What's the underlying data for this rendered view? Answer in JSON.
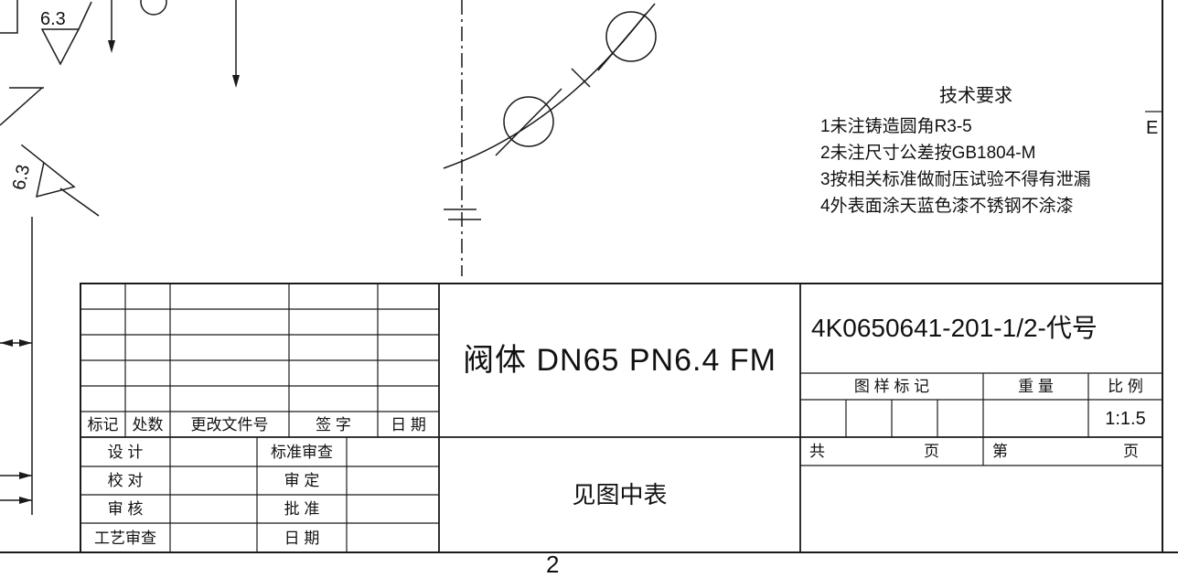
{
  "drawing": {
    "roughness_top": "6.3",
    "roughness_side": "6.3",
    "zone_label": "E",
    "sheet_number_partial": "2"
  },
  "tech_requirements": {
    "title": "技术要求",
    "items": [
      "1未注铸造圆角R3-5",
      "2未注尺寸公差按GB1804-M",
      "3按相关标准做耐压试验不得有泄漏",
      "4外表面涂天蓝色漆不锈钢不涂漆"
    ]
  },
  "title_block": {
    "part_name": "阀体 DN65 PN6.4 FM",
    "drawing_number": "4K0650641-201-1/2-代号",
    "middle_note": "见图中表",
    "revision_headers": {
      "mark": "标记",
      "count": "处数",
      "change_doc": "更改文件号",
      "signature": "签 字",
      "date": "日 期"
    },
    "signature_rows": [
      {
        "left": "设 计",
        "right": "标准审查"
      },
      {
        "left": "校 对",
        "right": "审 定"
      },
      {
        "left": "审 核",
        "right": "批 准"
      },
      {
        "left": "工艺审查",
        "right": "日 期"
      }
    ],
    "right_headers": {
      "drawing_mark": "图 样 标 记",
      "weight": "重  量",
      "scale": "比 例"
    },
    "scale_value": "1:1.5",
    "pages": {
      "total_label": "共",
      "total_unit": "页",
      "current_label": "第",
      "current_unit": "页"
    }
  }
}
